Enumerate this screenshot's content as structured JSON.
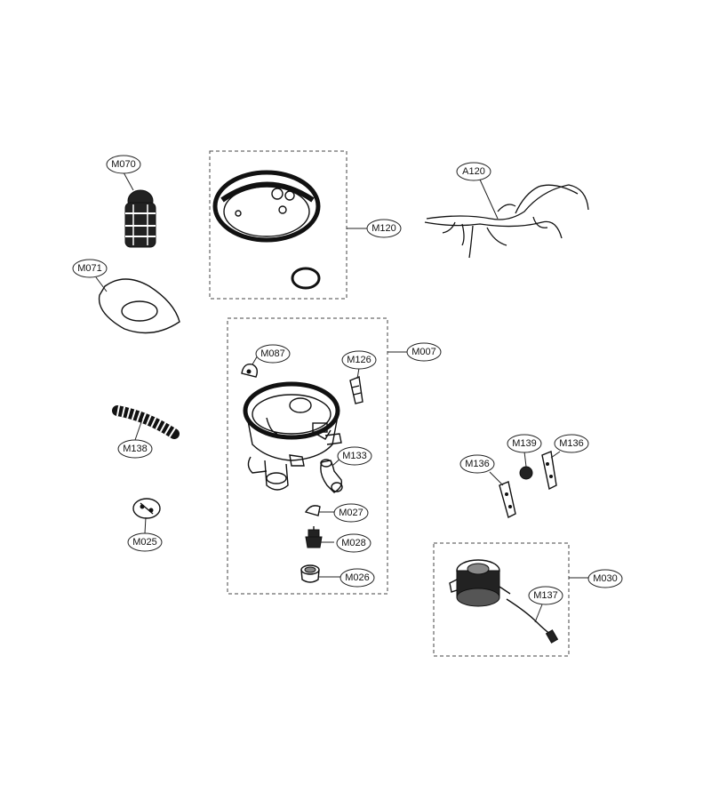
{
  "diagram": {
    "labels": {
      "m070": "M070",
      "m071": "M071",
      "m138": "M138",
      "m025": "M025",
      "m120": "M120",
      "a120": "A120",
      "m007": "M007",
      "m087": "M087",
      "m126": "M126",
      "m133": "M133",
      "m027": "M027",
      "m028": "M028",
      "m026": "M026",
      "m139": "M139",
      "m136_left": "M136",
      "m136_right": "M136",
      "m030": "M030",
      "m137": "M137"
    }
  }
}
